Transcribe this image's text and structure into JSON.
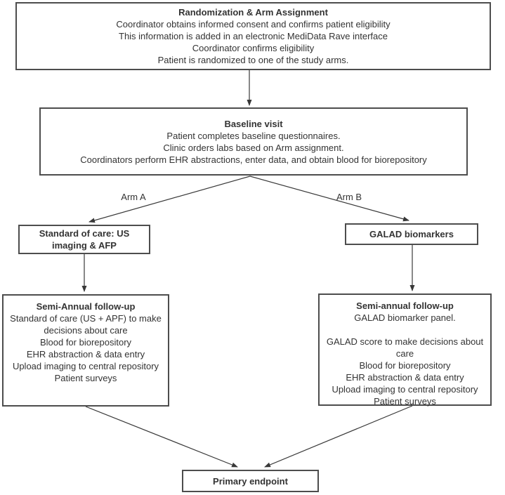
{
  "diagram": {
    "colors": {
      "border": "#4d4d4d",
      "text": "#333333",
      "arrow": "#383838",
      "background": "#ffffff"
    },
    "nodes": {
      "randomization": {
        "title": "Randomization & Arm Assignment",
        "lines": [
          "Coordinator obtains informed consent and confirms patient eligibility",
          "This information is added in an electronic MediData Rave interface",
          "Coordinator confirms eligibility",
          "Patient is randomized to one of the study arms."
        ]
      },
      "baseline": {
        "title": "Baseline visit",
        "lines": [
          "Patient completes baseline questionnaires.",
          "Clinic orders labs based on Arm assignment.",
          "Coordinators perform EHR abstractions, enter data, and obtain blood for biorepository"
        ]
      },
      "arm_a": {
        "label": "Arm A"
      },
      "arm_b": {
        "label": "Arm B"
      },
      "standard_of_care": {
        "title": "Standard of care: US imaging & AFP"
      },
      "galad": {
        "title": "GALAD biomarkers"
      },
      "soc_followup": {
        "title": "Semi-Annual follow-up",
        "lines": [
          "Standard of care (US + APF) to make decisions about care",
          "Blood for biorepository",
          "EHR abstraction & data entry",
          "Upload imaging to central repository",
          "Patient surveys"
        ]
      },
      "galad_followup": {
        "title": "Semi-annual follow-up",
        "lines": [
          "GALAD biomarker panel.",
          "",
          "GALAD score to make decisions about care",
          "Blood for biorepository",
          "EHR abstraction & data entry",
          "Upload imaging to central repository",
          "Patient surveys"
        ]
      },
      "primary_endpoint": {
        "title": "Primary endpoint"
      }
    }
  }
}
